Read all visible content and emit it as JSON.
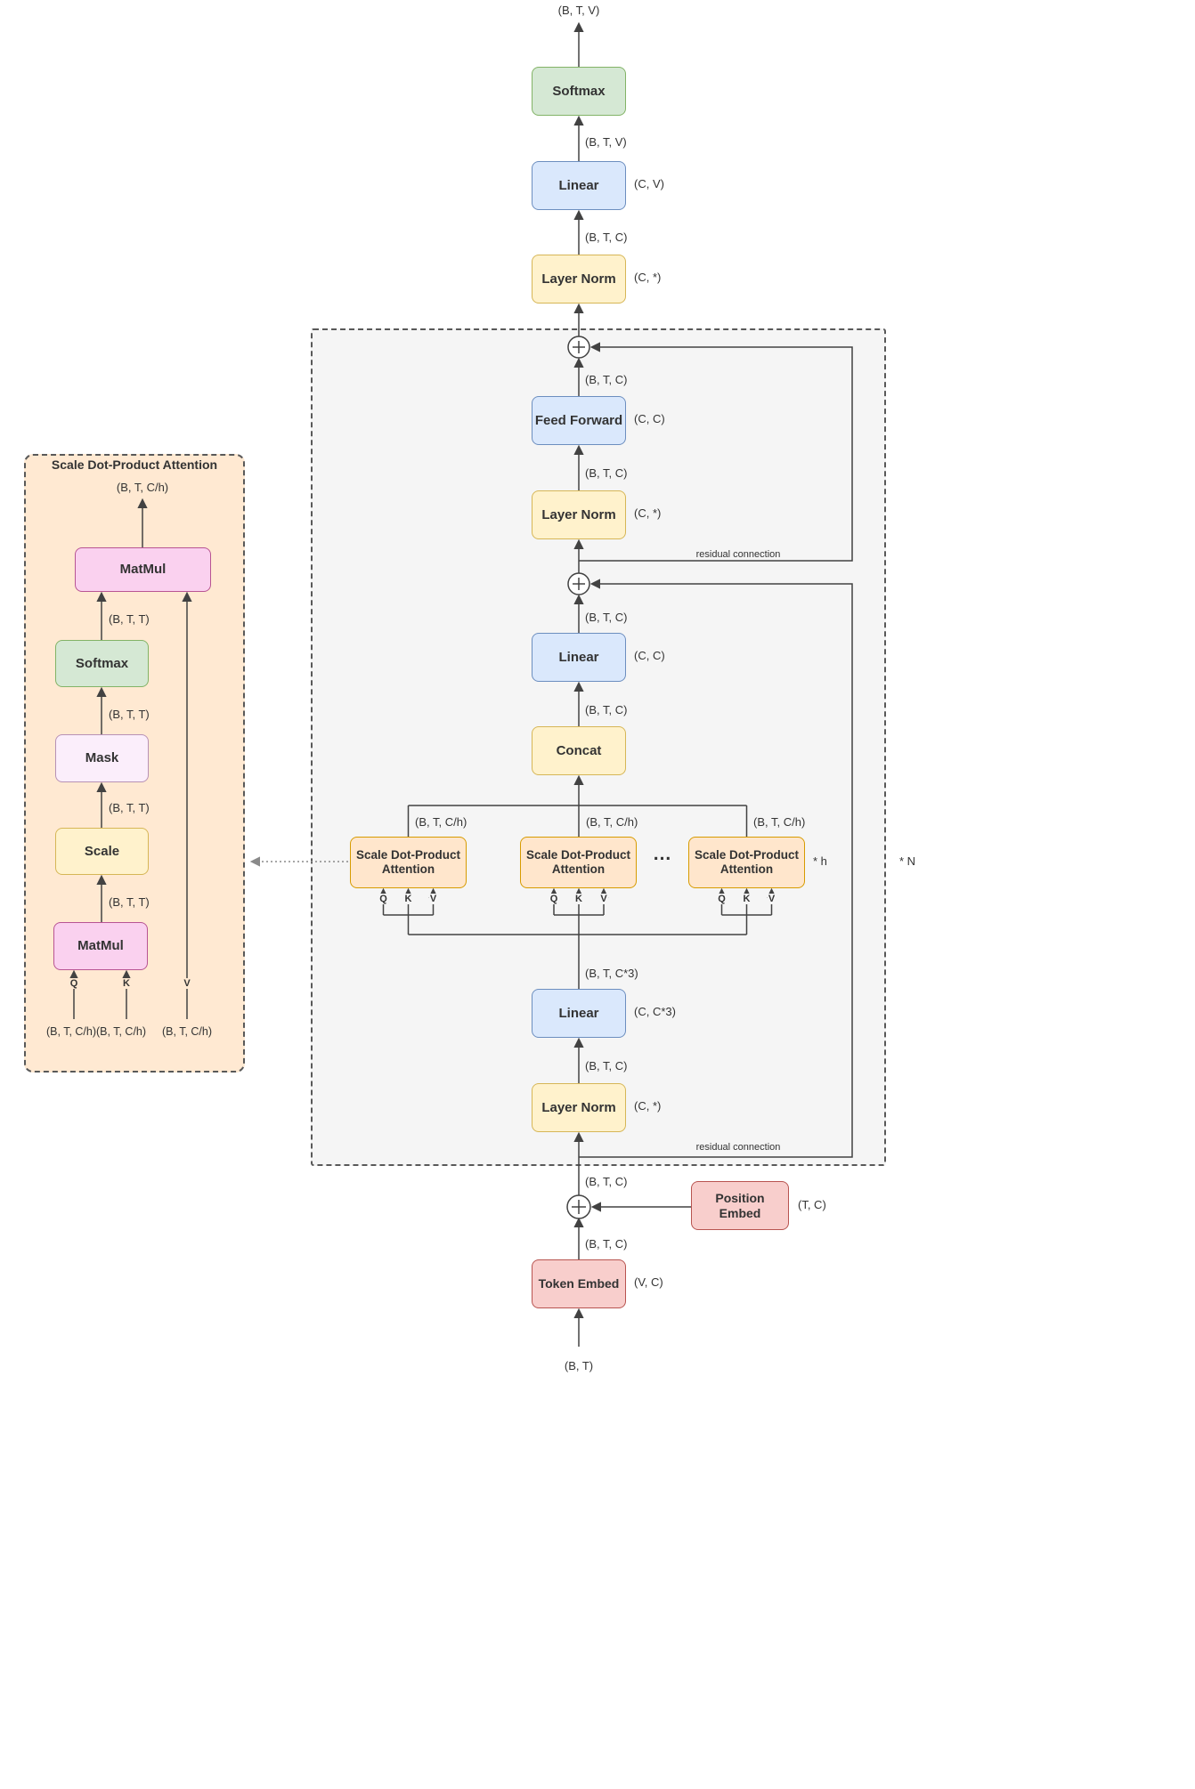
{
  "diagram": {
    "blocks": {
      "softmax": "Softmax",
      "linear": "Linear",
      "layer_norm": "Layer Norm",
      "feed_forward": "Feed Forward",
      "concat": "Concat",
      "attention": "Scale Dot-Product Attention",
      "position_embed": "Position Embed",
      "token_embed": "Token Embed",
      "matmul": "MatMul",
      "mask": "Mask",
      "scale": "Scale"
    },
    "shapes": {
      "btv": "(B, T, V)",
      "btc": "(B, T, C)",
      "btc3": "(B, T, C*3)",
      "btch": "(B, T, C/h)",
      "btch_double": "(B, T, C/h)(B, T, C/h)",
      "btt": "(B, T, T)",
      "bt": "(B, T)"
    },
    "params": {
      "cv": "(C, V)",
      "cstar": "(C, *)",
      "cc": "(C, C)",
      "cc3": "(C, C*3)",
      "tc": "(T, C)",
      "vc": "(V, C)"
    },
    "annotations": {
      "residual": "residual connection",
      "times_h": "* h",
      "times_n": "* N",
      "ellipsis": "...",
      "q": "Q",
      "k": "K",
      "v": "V"
    },
    "detail_title": "Scale Dot-Product Attention"
  }
}
